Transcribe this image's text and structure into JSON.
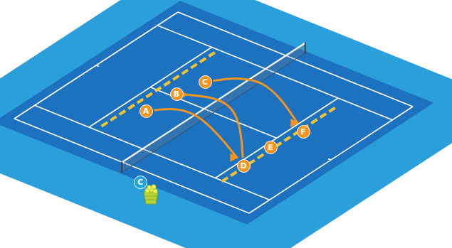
{
  "diagram": {
    "nodes": [
      {
        "text": [
          "A"
        ]
      },
      {
        "text": [
          "B"
        ]
      },
      {
        "text": [
          "C"
        ]
      },
      {
        "text": [
          "D"
        ]
      },
      {
        "text": [
          "E"
        ]
      },
      {
        "text": [
          "F"
        ]
      },
      {
        "text": [
          "C"
        ]
      }
    ],
    "edges": [
      {
        "from": 0,
        "to": 3,
        "arrow": "to"
      },
      {
        "from": 3,
        "to": 1,
        "arrow": "to"
      },
      {
        "from": 2,
        "to": 5,
        "arrow": "to"
      }
    ]
  }
}
